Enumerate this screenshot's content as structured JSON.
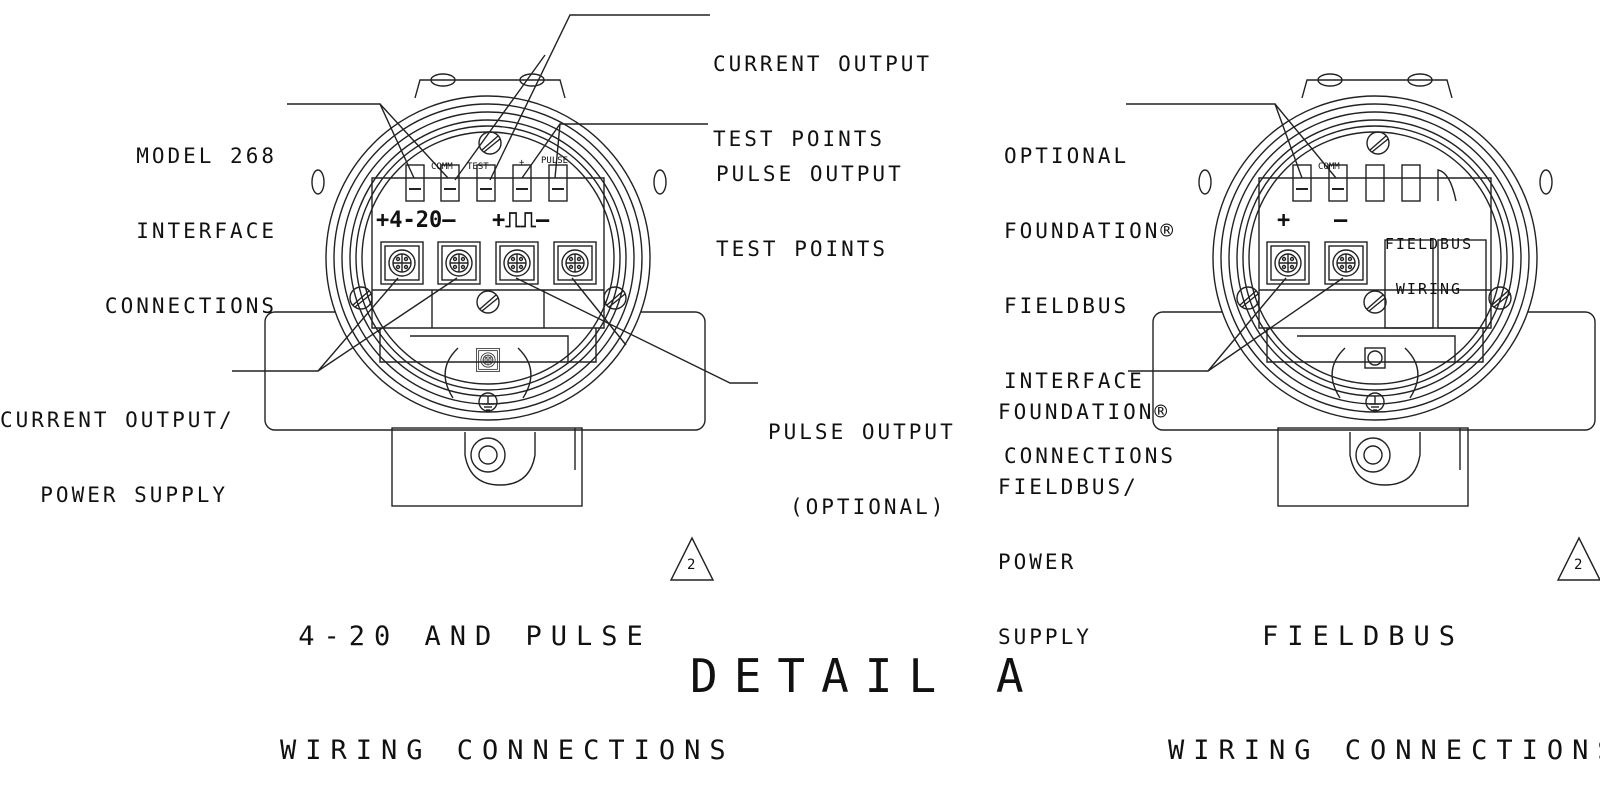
{
  "left_panel": {
    "callouts": {
      "current_output_test_points": [
        "CURRENT OUTPUT",
        "TEST POINTS"
      ],
      "model_268_interface": [
        "MODEL 268",
        "INTERFACE",
        "CONNECTIONS"
      ],
      "pulse_output_test_points": [
        "PULSE OUTPUT",
        "TEST POINTS"
      ],
      "current_output_power_supply": [
        "CURRENT OUTPUT/",
        "POWER SUPPLY"
      ],
      "pulse_output_optional": [
        "PULSE OUTPUT",
        "(OPTIONAL)"
      ]
    },
    "terminal_labels": {
      "loop": "+4-20—",
      "pulse": "+⎍⎍—"
    },
    "test_point_labels": {
      "comm": "COMM",
      "test": "TEST",
      "plus": "+",
      "pulse": "PULSE"
    },
    "title": [
      "4-20 AND PULSE",
      "WIRING CONNECTIONS"
    ],
    "revision": "2"
  },
  "right_panel": {
    "callouts": {
      "optional_ff_interface": [
        "OPTIONAL",
        "FOUNDATION®",
        "FIELDBUS",
        "INTERFACE",
        "CONNECTIONS"
      ],
      "ff_power_supply": [
        "FOUNDATION®",
        "FIELDBUS/",
        "POWER",
        "SUPPLY"
      ]
    },
    "terminal_labels": {
      "plus": "+",
      "minus": "—",
      "fieldbus_wiring": [
        "FIELDBUS",
        "WIRING"
      ]
    },
    "test_point_labels": {
      "comm": "COMM"
    },
    "title": [
      "FIELDBUS",
      "WIRING CONNECTIONS"
    ],
    "revision": "2"
  },
  "footer": {
    "detail": "DETAIL A"
  }
}
